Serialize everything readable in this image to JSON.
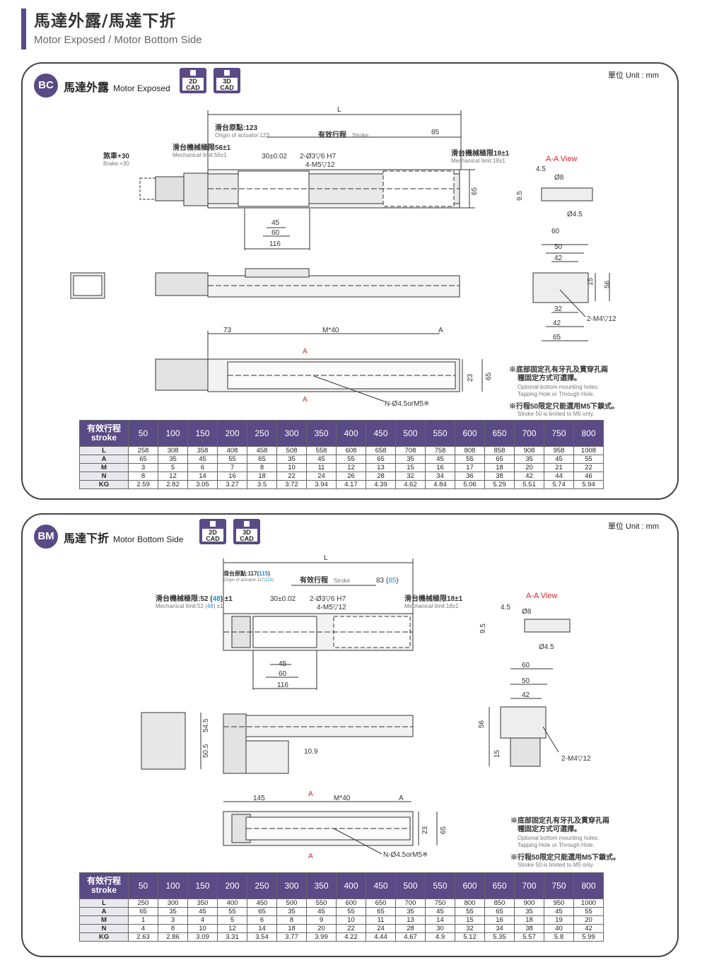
{
  "header": {
    "title": "馬達外露/馬達下折",
    "subtitle": "Motor Exposed / Motor Bottom Side"
  },
  "colors": {
    "accent": "#5a4a85",
    "red": "#d9252a",
    "blue": "#1d8fd6"
  },
  "unit": "單位 Unit : mm",
  "cad": {
    "d2_top": "2D",
    "d2_bottom": "CAD",
    "d3_top": "3D",
    "d3_bottom": "CAD"
  },
  "bc": {
    "badge": "BC",
    "title": "馬達外露",
    "title_en": "Motor Exposed",
    "dims": {
      "L": "L",
      "origin": "滑台原點:123",
      "origin_en": "Origin of actuator:123",
      "stroke": "有效行程",
      "stroke_en": "Stroke",
      "d85": "85",
      "mech_left": "滑台機械極限56±1",
      "mech_left_en": "Mechanical limit:56±1",
      "brake": "煞車+30",
      "brake_en": "Brake:+30",
      "tol": "30±0.02",
      "pin": "2-Ø3▽6 H7",
      "m5": "4-M5▽12",
      "mech_right": "滑台機械極限18±1",
      "mech_right_en": "Mechanical limit:18±1",
      "d65": "65",
      "d45": "45",
      "d60": "60",
      "d116": "116",
      "d73": "73",
      "m40": "M*40",
      "a": "A",
      "d23": "23",
      "hole": "N-Ø4.5orM5※"
    },
    "aa": {
      "view": "A-A View",
      "d45": "4.5",
      "o8": "Ø8",
      "d95": "9.5",
      "o45": "Ø4.5",
      "d60": "60",
      "d50": "50",
      "d42": "42",
      "d15": "15",
      "d56": "56",
      "d32": "32",
      "d42b": "42",
      "m4": "2-M4▽12",
      "d65": "65"
    },
    "notes": {
      "n1": "※底部固定孔有牙孔及貫穿孔兩",
      "n1b": "種固定方式可選擇。",
      "n1_en": "Optional bottom mounting holes:",
      "n1_en2": "Tapping Hole or Through Hole.",
      "n2": "※行程50限定只能選用M5下鎖式。",
      "n2_en": "Stroke 50 is limited to M5 only."
    },
    "table": {
      "label": "有效行程",
      "label_en": "stroke",
      "strokes": [
        "50",
        "100",
        "150",
        "200",
        "250",
        "300",
        "350",
        "400",
        "450",
        "500",
        "550",
        "600",
        "650",
        "700",
        "750",
        "800"
      ],
      "rows": [
        {
          "name": "L",
          "values": [
            "258",
            "308",
            "358",
            "408",
            "458",
            "508",
            "558",
            "608",
            "658",
            "708",
            "758",
            "808",
            "858",
            "908",
            "958",
            "1008"
          ]
        },
        {
          "name": "A",
          "values": [
            "65",
            "35",
            "45",
            "55",
            "65",
            "35",
            "45",
            "55",
            "65",
            "35",
            "45",
            "55",
            "65",
            "35",
            "45",
            "55"
          ]
        },
        {
          "name": "M",
          "values": [
            "3",
            "5",
            "6",
            "7",
            "8",
            "10",
            "11",
            "12",
            "13",
            "15",
            "16",
            "17",
            "18",
            "20",
            "21",
            "22"
          ]
        },
        {
          "name": "N",
          "values": [
            "8",
            "12",
            "14",
            "16",
            "18",
            "22",
            "24",
            "26",
            "28",
            "32",
            "34",
            "36",
            "38",
            "42",
            "44",
            "46"
          ]
        },
        {
          "name": "KG",
          "values": [
            "2.59",
            "2.82",
            "3.05",
            "3.27",
            "3.5",
            "3.72",
            "3.94",
            "4.17",
            "4.39",
            "4.62",
            "4.84",
            "5.06",
            "5.29",
            "5.51",
            "5.74",
            "5.94"
          ]
        }
      ]
    }
  },
  "bm": {
    "badge": "BM",
    "title": "馬達下折",
    "title_en": "Motor Bottom Side",
    "dims": {
      "L": "L",
      "origin": "滑台原點:117(",
      "origin_b": "115",
      "origin_c": ")",
      "origin_en": "Origin of actuator:117(",
      "origin_en_b": "115",
      "origin_en_c": ")",
      "stroke": "有效行程",
      "stroke_en": "Stroke",
      "d83": "83 (",
      "d83b": "85",
      "d83c": ")",
      "mech_left": "滑台機械極限:52 (",
      "mech_left_b": "48",
      "mech_left_c": ") ±1",
      "mech_left_en": "Mechanical limit:52 (",
      "mech_left_en_b": "48",
      "mech_left_en_c": ") ±1",
      "tol": "30±0.02",
      "pin": "2-Ø3▽6 H7",
      "m5": "4-M5▽12",
      "mech_right": "滑台機械極限18±1",
      "mech_right_en": "Mechanical limit:18±1",
      "d45": "45",
      "d60": "60",
      "d116": "116",
      "d545": "54.5",
      "d505": "50.5",
      "d109": "10.9",
      "d145": "145",
      "m40": "M*40",
      "a": "A",
      "d23": "23",
      "d65": "65",
      "hole": "N-Ø4.5orM5※"
    },
    "aa": {
      "view": "A-A View",
      "d45": "4.5",
      "o8": "Ø8",
      "d95": "9.5",
      "o45": "Ø4.5",
      "d60": "60",
      "d50": "50",
      "d42": "42",
      "d56": "56",
      "d15": "15",
      "m4": "2-M4▽12"
    },
    "notes": {
      "n1": "※底部固定孔有牙孔及貫穿孔兩",
      "n1b": "種固定方式可選擇。",
      "n1_en": "Optional bottom mounting holes:",
      "n1_en2": "Tapping Hole or Through Hole.",
      "n2": "※行程50限定只能選用M5下鎖式。",
      "n2_en": "Stroke 50 is limited to M5 only."
    },
    "table": {
      "label": "有效行程",
      "label_en": "stroke",
      "strokes": [
        "50",
        "100",
        "150",
        "200",
        "250",
        "300",
        "350",
        "400",
        "450",
        "500",
        "550",
        "600",
        "650",
        "700",
        "750",
        "800"
      ],
      "rows": [
        {
          "name": "L",
          "values": [
            "250",
            "300",
            "350",
            "400",
            "450",
            "500",
            "550",
            "600",
            "650",
            "700",
            "750",
            "800",
            "850",
            "900",
            "950",
            "1000"
          ]
        },
        {
          "name": "A",
          "values": [
            "65",
            "35",
            "45",
            "55",
            "65",
            "35",
            "45",
            "55",
            "65",
            "35",
            "45",
            "55",
            "65",
            "35",
            "45",
            "55"
          ]
        },
        {
          "name": "M",
          "values": [
            "1",
            "3",
            "4",
            "5",
            "6",
            "8",
            "9",
            "10",
            "11",
            "13",
            "14",
            "15",
            "16",
            "18",
            "19",
            "20"
          ]
        },
        {
          "name": "N",
          "values": [
            "4",
            "8",
            "10",
            "12",
            "14",
            "18",
            "20",
            "22",
            "24",
            "28",
            "30",
            "32",
            "34",
            "38",
            "40",
            "42"
          ]
        },
        {
          "name": "KG",
          "values": [
            "2.63",
            "2.86",
            "3.09",
            "3.31",
            "3.54",
            "3.77",
            "3.99",
            "4.22",
            "4.44",
            "4.67",
            "4.9",
            "5.12",
            "5.35",
            "5.57",
            "5.8",
            "5.99"
          ]
        }
      ]
    }
  }
}
